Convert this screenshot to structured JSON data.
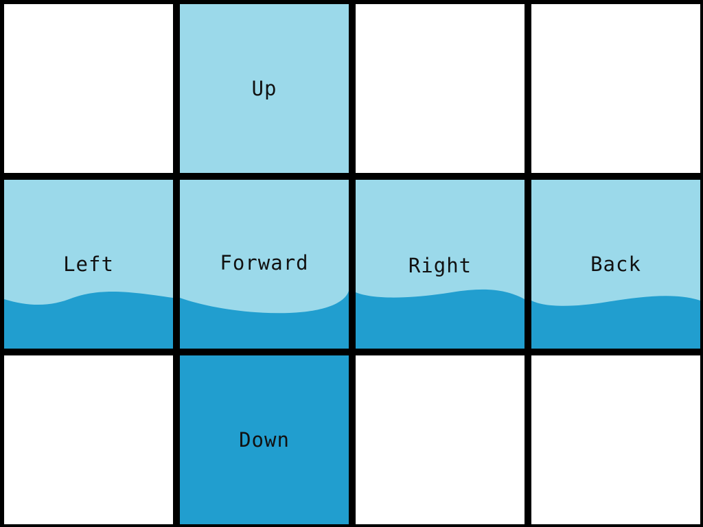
{
  "faces": {
    "up": "Up",
    "left": "Left",
    "forward": "Forward",
    "right": "Right",
    "back": "Back",
    "down": "Down"
  },
  "colors": {
    "frame": "#000000",
    "empty": "#ffffff",
    "sky": "#9bd9ea",
    "water": "#219ecf"
  }
}
